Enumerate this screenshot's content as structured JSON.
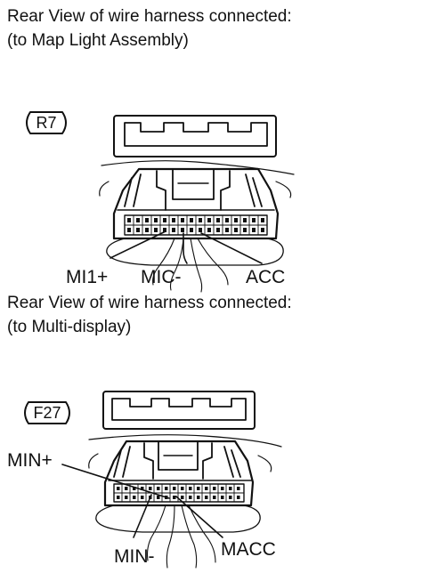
{
  "section1": {
    "heading_line1": "Rear View of wire harness connected:",
    "heading_line2": "(to Map Light Assembly)",
    "connector_id": "R7",
    "pins": {
      "left": "MI1+",
      "middle": "MIC-",
      "right": "ACC"
    }
  },
  "section2": {
    "heading_line1": "Rear View of wire harness connected:",
    "heading_line2": "(to Multi-display)",
    "connector_id": "F27",
    "pins": {
      "upper": "MIN+",
      "lower": "MIN-",
      "right": "MACC"
    }
  }
}
